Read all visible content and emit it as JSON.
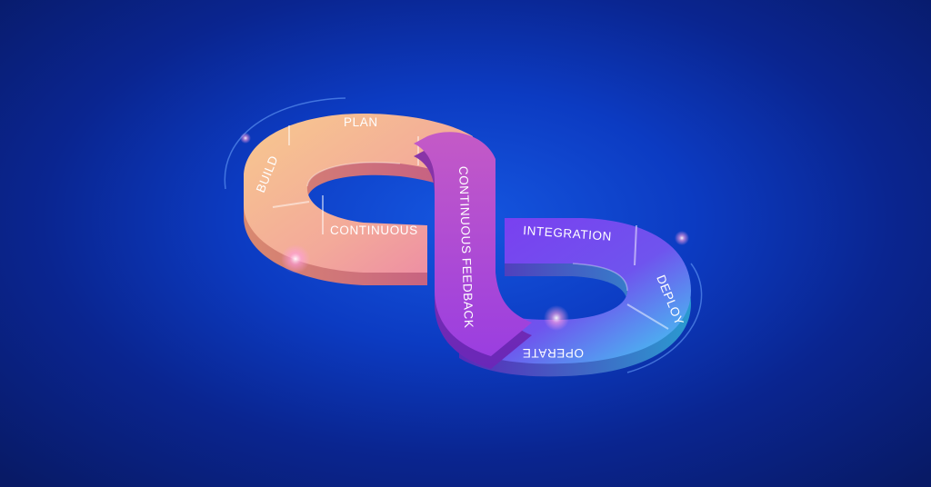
{
  "labels": {
    "plan": "PLAN",
    "build": "BUILD",
    "continuous": "CONTINUOUS",
    "continuous_feedback": "CONTINUOUS FEEDBACK",
    "integration": "INTEGRATION",
    "deploy": "DEPLOY",
    "operate": "OPERATE"
  },
  "colors": {
    "background": "#0c3bc2",
    "left_loop_warm": "#f6b98a",
    "left_loop_pink": "#ec7aa0",
    "center_purple": "#b14fd8",
    "right_loop_violet": "#8a3ff0",
    "right_loop_cyan": "#3fd0f0"
  }
}
